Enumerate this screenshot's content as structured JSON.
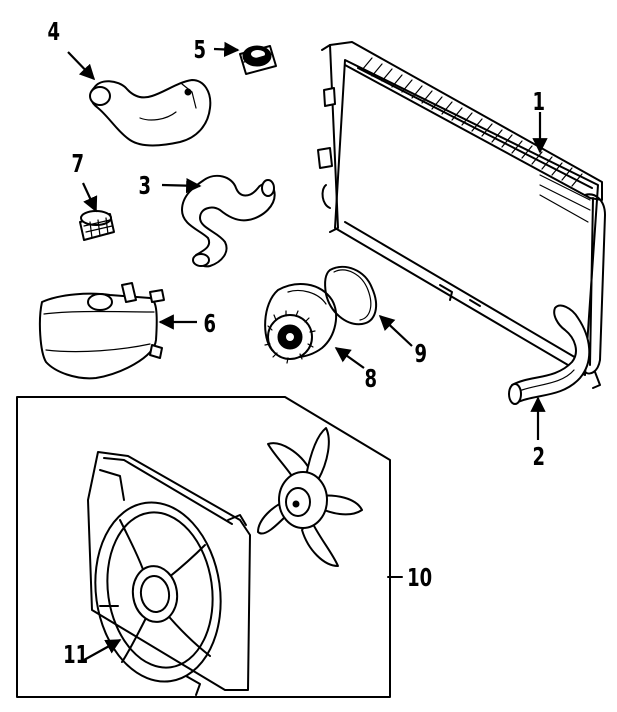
{
  "callouts": [
    {
      "id": "1",
      "label": "1",
      "part": "radiator"
    },
    {
      "id": "2",
      "label": "2",
      "part": "lower-hose"
    },
    {
      "id": "3",
      "label": "3",
      "part": "upper-hose"
    },
    {
      "id": "4",
      "label": "4",
      "part": "inlet-hose"
    },
    {
      "id": "5",
      "label": "5",
      "part": "radiator-cap"
    },
    {
      "id": "6",
      "label": "6",
      "part": "reservoir-tank"
    },
    {
      "id": "7",
      "label": "7",
      "part": "reservoir-cap"
    },
    {
      "id": "8",
      "label": "8",
      "part": "water-pump"
    },
    {
      "id": "9",
      "label": "9",
      "part": "pump-gasket"
    },
    {
      "id": "10",
      "label": "10",
      "part": "fan-assembly"
    },
    {
      "id": "11",
      "label": "11",
      "part": "fan-shroud"
    }
  ]
}
